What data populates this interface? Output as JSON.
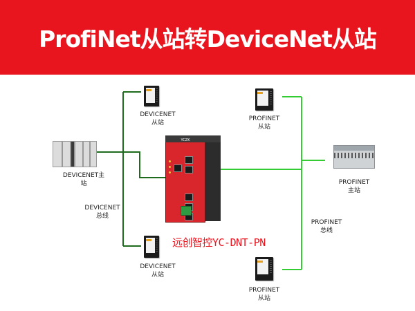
{
  "banner": {
    "title": "ProfiNet从站转DeviceNet从站",
    "color": "#e8141e"
  },
  "wire_colors": {
    "devicenet": "#1e6b1e",
    "profinet": "#33cc33"
  },
  "devicenet_slave_top": {
    "line1": "DEVICENET",
    "line2": "从站",
    "icon": "devicenet-slave-module-icon"
  },
  "devicenet_master": {
    "line1": "DEVICENET主",
    "line2": "站",
    "icon": "plc-rack-icon"
  },
  "devicenet_bus": {
    "line1": "DEVICENET",
    "line2": "总线"
  },
  "devicenet_slave_bottom": {
    "line1": "DEVICENET",
    "line2": "从站",
    "icon": "devicenet-slave-module-icon"
  },
  "gateway": {
    "label": "远创智控YC-DNT-PN",
    "icon": "gateway-device-icon",
    "brand": "YCZK"
  },
  "profinet_slave_top": {
    "line1": "PROFINET",
    "line2": "从站",
    "icon": "profinet-slave-module-icon"
  },
  "profinet_master": {
    "line1": "PROFINET",
    "line2": "主站",
    "icon": "profinet-plc-icon"
  },
  "profinet_bus": {
    "line1": "PROFINET",
    "line2": "总线"
  },
  "profinet_slave_bottom": {
    "line1": "PROFINET",
    "line2": "从站",
    "icon": "profinet-slave-module-icon"
  }
}
